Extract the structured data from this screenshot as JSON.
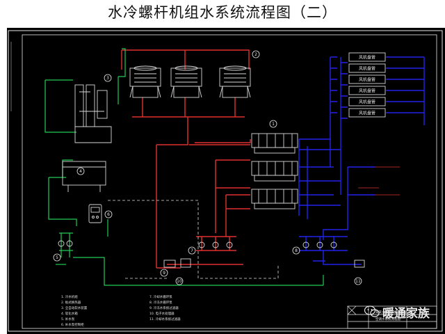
{
  "page_title": "水冷螺杆机组水系统流程图（二）",
  "fan_coil_label": "风机盘管",
  "fan_coil_count": 6,
  "callouts": [
    "1",
    "2",
    "3",
    "4",
    "5",
    "6",
    "7",
    "8",
    "9",
    "10",
    "11"
  ],
  "legend_left": [
    "1. 冷水机组",
    "2. 板式换热器",
    "3. 全自动软水装置",
    "4. 软化水箱",
    "5. 补水泵",
    "6. 补水泵控制柜"
  ],
  "legend_right": [
    "7. 冷却水循环泵",
    "8. 冷冻水循环泵",
    "9. 冷冻水系统过滤器",
    "10. 电子水处理器",
    "11. 冷却水系统过滤器"
  ],
  "title_block": {
    "line1": "某某大厦中央空调工程",
    "line2": "空调水系统流程图"
  },
  "watermark": "暖通家族",
  "colors": {
    "background": "#000000",
    "chilled": "#2222ee",
    "cooling": "#e03030",
    "makeup": "#22cc55",
    "equipment": "#d8d8d8",
    "frame": "#e8e8e8"
  }
}
